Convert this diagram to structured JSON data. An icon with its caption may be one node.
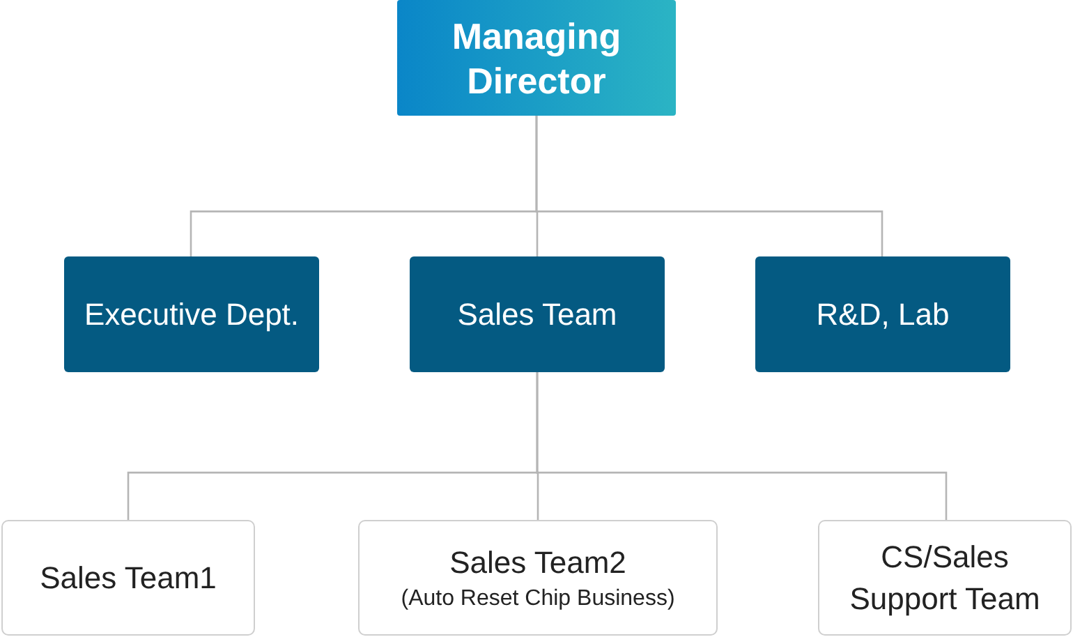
{
  "diagram": {
    "nodes": [
      {
        "text": [
          "Managing Director"
        ]
      },
      {
        "text": [
          "Executive Dept."
        ]
      },
      {
        "text": [
          "Sales Team"
        ]
      },
      {
        "text": [
          "R&D, Lab"
        ]
      },
      {
        "text": [
          "Sales Team1"
        ]
      },
      {
        "text": [
          "Sales Team2",
          "(Auto Reset Chip Business)"
        ]
      },
      {
        "text": [
          "CS/Sales Support Team"
        ]
      }
    ],
    "edges": [
      {
        "from": 0,
        "to": 1,
        "arrow": "none"
      },
      {
        "from": 0,
        "to": 2,
        "arrow": "none"
      },
      {
        "from": 0,
        "to": 3,
        "arrow": "none"
      },
      {
        "from": 2,
        "to": 4,
        "arrow": "none"
      },
      {
        "from": 2,
        "to": 5,
        "arrow": "none"
      },
      {
        "from": 2,
        "to": 6,
        "arrow": "none"
      }
    ]
  }
}
